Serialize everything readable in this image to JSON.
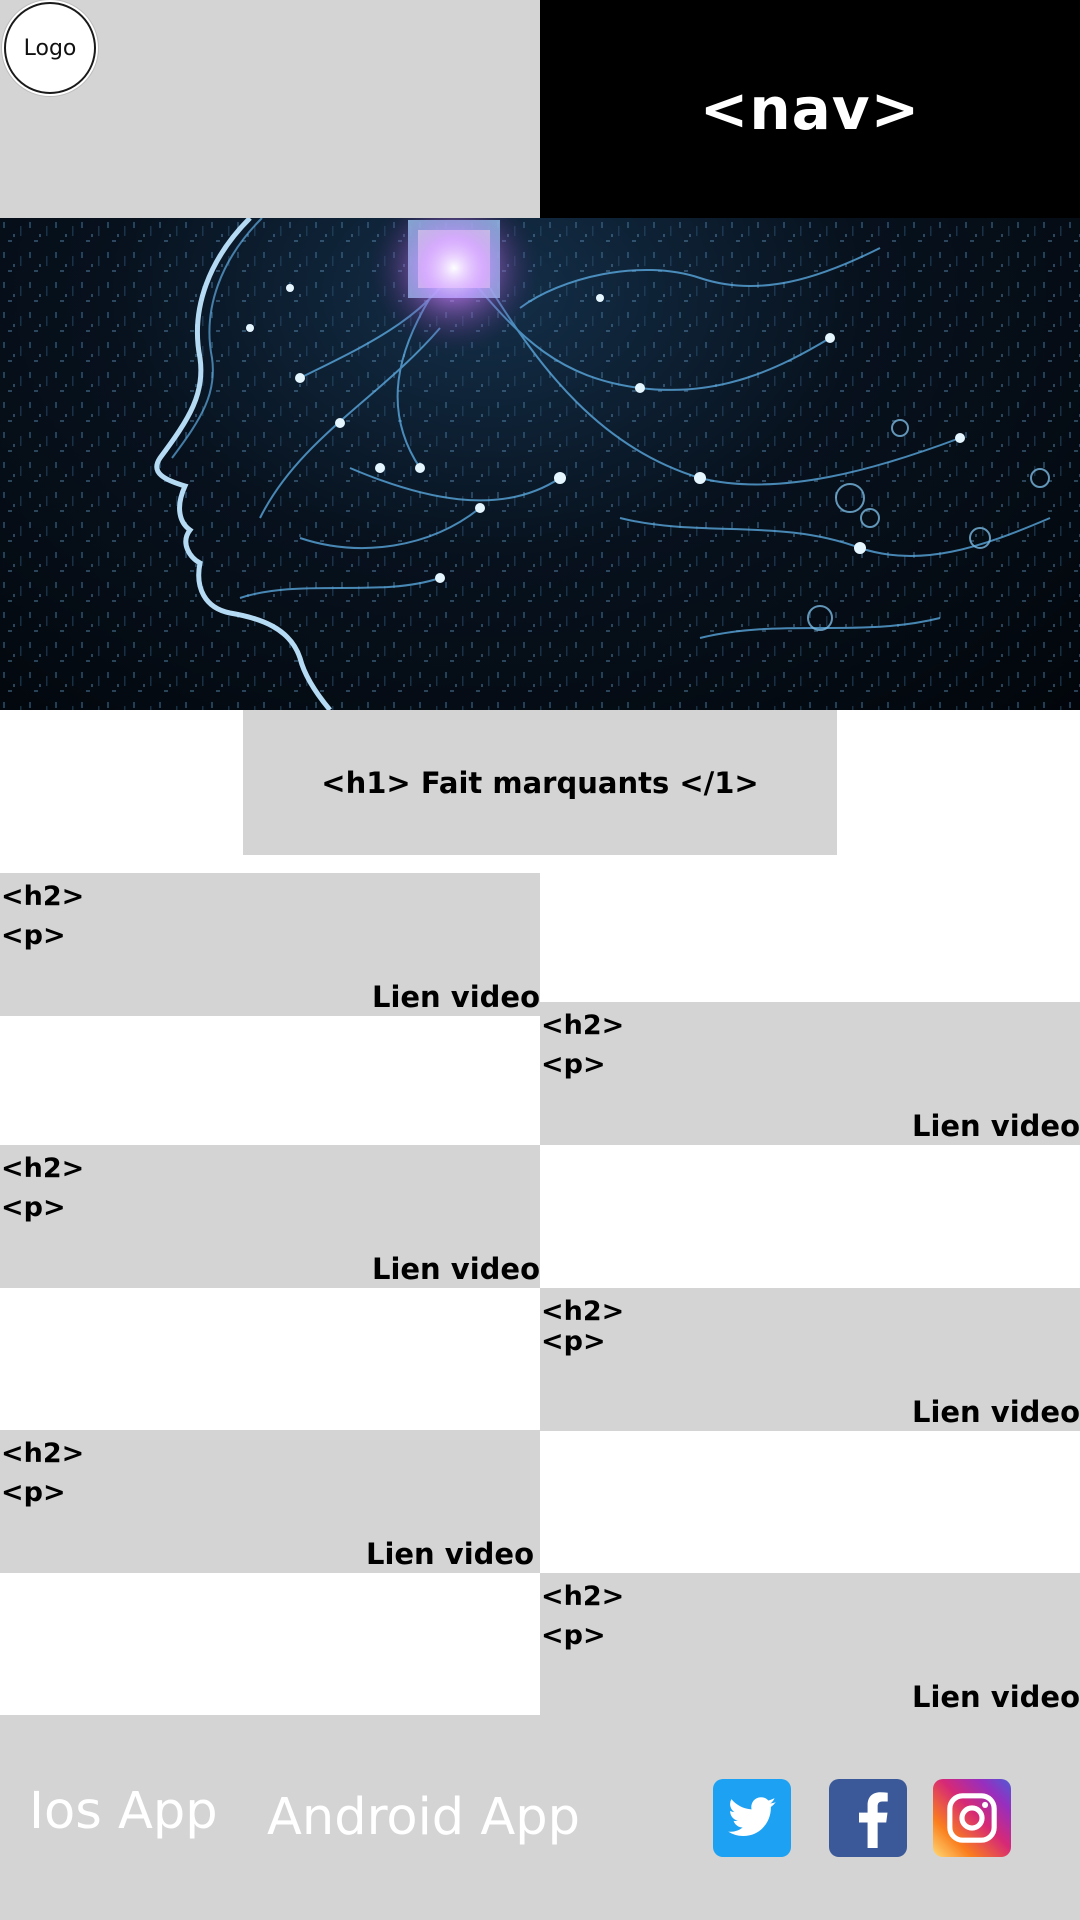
{
  "header": {
    "logo_label": "Logo",
    "nav_label": "<nav>"
  },
  "hero": {
    "image_name": "ai-circuit-face-illustration"
  },
  "main": {
    "heading": "<h1> Fait marquants </1>",
    "articles": [
      {
        "h2": "<h2>",
        "p": "<p>",
        "link": "Lien video"
      },
      {
        "h2": "<h2>",
        "p": "<p>",
        "link": "Lien video"
      },
      {
        "h2": "<h2>",
        "p": "<p>",
        "link": "Lien video"
      },
      {
        "h2": "<h2>",
        "p": "<p>",
        "link": "Lien video"
      },
      {
        "h2": "<h2>",
        "p": "<p>",
        "link": "Lien video"
      },
      {
        "h2": "<h2>",
        "p": "<p>",
        "link": "Lien video"
      }
    ]
  },
  "footer": {
    "ios_app": "Ios App",
    "android_app": "Android App",
    "social": [
      {
        "icon": "twitter-icon",
        "color": "#1da1f2"
      },
      {
        "icon": "facebook-icon",
        "color": "#3b5998"
      },
      {
        "icon": "instagram-icon",
        "color": "#d62976"
      }
    ]
  },
  "colors": {
    "panel_gray": "#d4d4d4",
    "nav_black": "#000000",
    "text": "#000000"
  }
}
